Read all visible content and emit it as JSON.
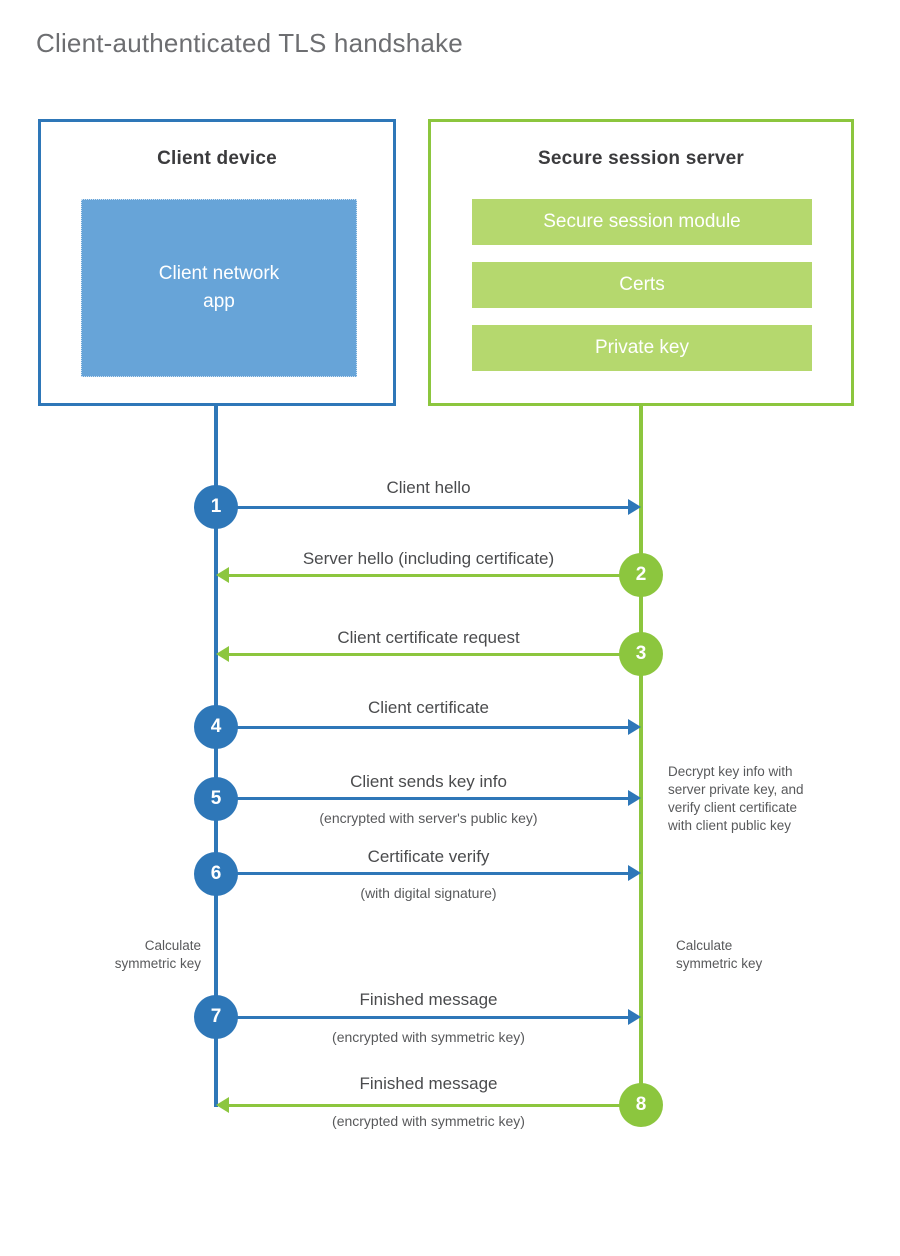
{
  "title": "Client-authenticated TLS handshake",
  "colors": {
    "client_blue": "#2e77b8",
    "client_app_fill": "#67a4d8",
    "server_green": "#8cc63e",
    "server_bar_fill": "#b5d86e",
    "title_gray": "#6d6e71",
    "text_gray": "#58595b"
  },
  "participants": {
    "client": {
      "title": "Client device",
      "app_label": "Client network\napp"
    },
    "server": {
      "title": "Secure session server",
      "components": [
        "Secure session module",
        "Certs",
        "Private key"
      ]
    }
  },
  "messages": [
    {
      "step": "1",
      "label": "Client hello",
      "sublabel": "",
      "direction": "to-server"
    },
    {
      "step": "2",
      "label": "Server hello (including certificate)",
      "sublabel": "",
      "direction": "to-client"
    },
    {
      "step": "3",
      "label": "Client certificate request",
      "sublabel": "",
      "direction": "to-client"
    },
    {
      "step": "4",
      "label": "Client certificate",
      "sublabel": "",
      "direction": "to-server"
    },
    {
      "step": "5",
      "label": "Client sends key info",
      "sublabel": "(encrypted with server's public key)",
      "direction": "to-server"
    },
    {
      "step": "6",
      "label": "Certificate verify",
      "sublabel": "(with digital signature)",
      "direction": "to-server"
    },
    {
      "step": "7",
      "label": "Finished message",
      "sublabel": "(encrypted with symmetric key)",
      "direction": "to-server"
    },
    {
      "step": "8",
      "label": "Finished message",
      "sublabel": "(encrypted with symmetric key)",
      "direction": "to-client"
    }
  ],
  "annotations": {
    "server_decrypt_note": "Decrypt key info with\nserver private key, and\nverify client certificate\nwith client public key",
    "client_calculate_note": "Calculate\nsymmetric key",
    "server_calculate_note": "Calculate\nsymmetric key"
  }
}
